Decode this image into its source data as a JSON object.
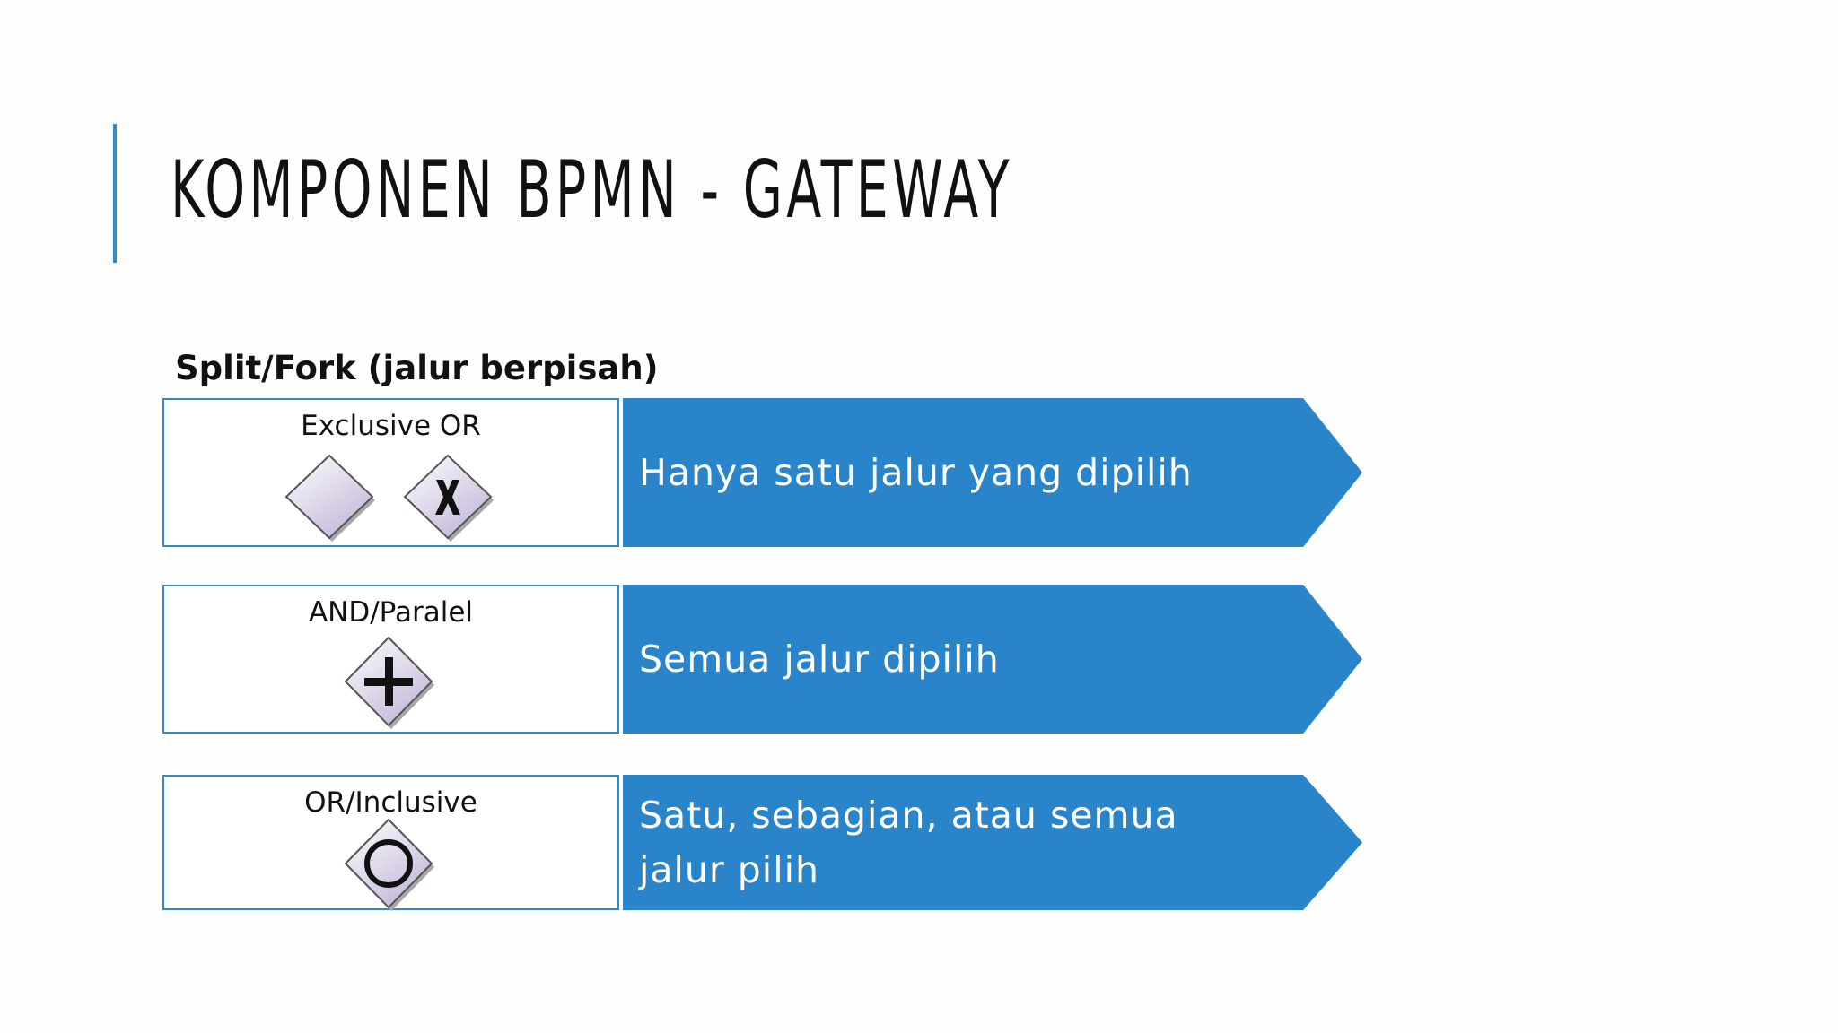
{
  "slide": {
    "title": "KOMPONEN BPMN - GATEWAY",
    "subtitle": "Split/Fork (jalur berpisah)"
  },
  "rows": [
    {
      "label": "Exclusive OR",
      "icons": [
        "blank-gateway-icon",
        "exclusive-x-gateway-icon"
      ],
      "description": "Hanya satu jalur yang dipilih"
    },
    {
      "label": "AND/Paralel",
      "icons": [
        "parallel-plus-gateway-icon"
      ],
      "description": "Semua jalur dipilih"
    },
    {
      "label": "OR/Inclusive",
      "icons": [
        "inclusive-circle-gateway-icon"
      ],
      "description": "Satu, sebagian, atau semua jalur pilih"
    }
  ],
  "colors": {
    "accent": "#2a8dd4",
    "arrow_fill": "#2a84c9",
    "diamond_light": "#ffffff",
    "diamond_dark": "#c3b8d8"
  }
}
